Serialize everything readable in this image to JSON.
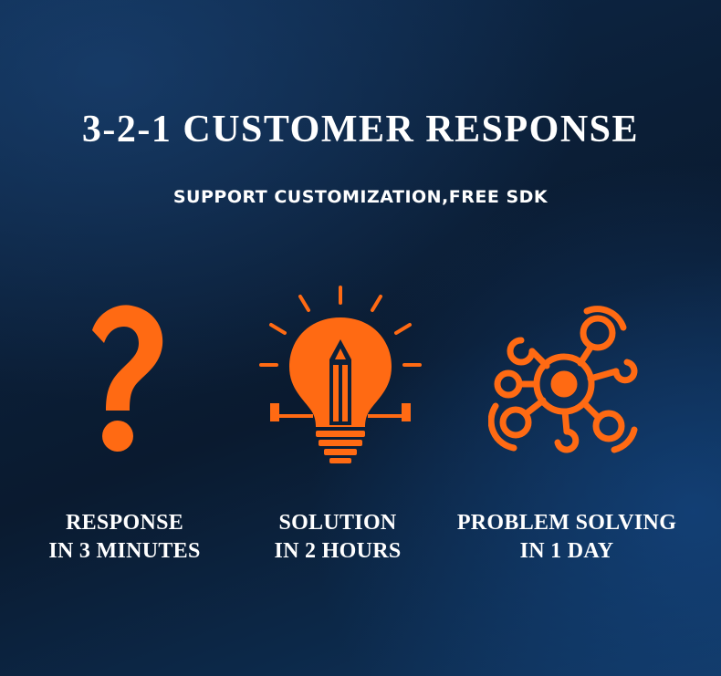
{
  "header": {
    "title": "3-2-1 CUSTOMER RESPONSE",
    "subtitle": "SUPPORT CUSTOMIZATION,FREE SDK"
  },
  "accent_color": "#ff6a13",
  "features": [
    {
      "icon": "question-mark-icon",
      "line1": "RESPONSE",
      "line2": "IN 3 MINUTES"
    },
    {
      "icon": "lightbulb-pencil-icon",
      "line1": "SOLUTION",
      "line2": "IN 2 HOURS"
    },
    {
      "icon": "network-hub-icon",
      "line1": "PROBLEM SOLVING",
      "line2": "IN 1 DAY"
    }
  ]
}
